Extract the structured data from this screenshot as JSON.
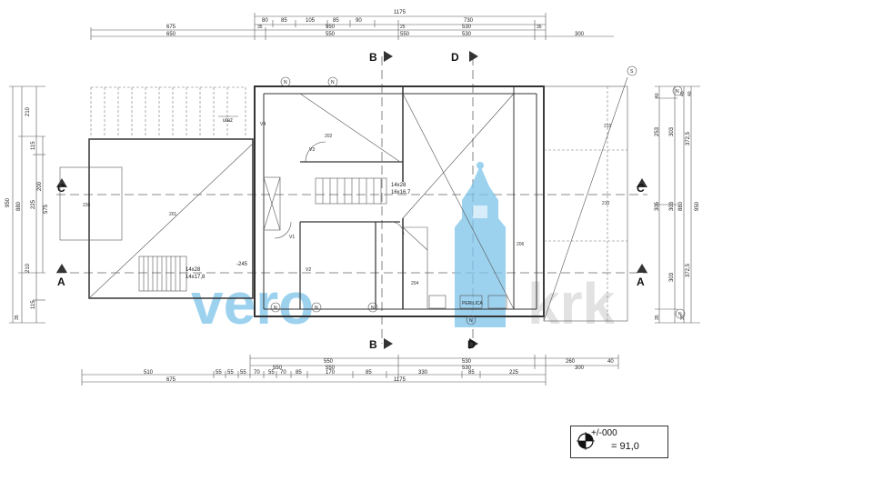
{
  "dimensions": {
    "top_total": "1175",
    "top_row1": [
      "80",
      "85",
      "105",
      "85",
      "90",
      "730"
    ],
    "top_row2": [
      "675",
      "35",
      "550",
      "25",
      "530",
      "35"
    ],
    "top_row3": [
      "650",
      "550",
      "550",
      "530",
      "300"
    ],
    "bottom_row1": [
      "550",
      "530",
      "260",
      "40"
    ],
    "bottom_row2": [
      "550",
      "550",
      "530",
      "300"
    ],
    "bottom_row3": [
      "510",
      "55",
      "55",
      "55",
      "70",
      "55",
      "70",
      "85",
      "170",
      "85",
      "330",
      "85",
      "225"
    ],
    "bottom_row4": [
      "675",
      "1175"
    ],
    "left_outer": [
      "950"
    ],
    "left_mid": [
      "210",
      "115",
      "575",
      "210",
      "115",
      "35"
    ],
    "left_inner": [
      "880",
      "225",
      "200"
    ],
    "right_a": [
      "40",
      "253",
      "303",
      "303",
      "35"
    ],
    "right_b": [
      "303",
      "305",
      "880",
      "950"
    ],
    "right_c": [
      "40",
      "40",
      "372,5",
      "372,5",
      "35"
    ]
  },
  "sections": {
    "B": "B",
    "D": "D",
    "C": "C",
    "A": "A"
  },
  "rooms": {
    "r201": "201",
    "r202": "202",
    "r204": "204",
    "r206": "206",
    "r210": "210",
    "r215": "215",
    "r236": "236"
  },
  "labels": {
    "ulaz": "ulaz",
    "stair_top": "14x28",
    "stair_top_2": "16x16,7",
    "stair_left": "14x28",
    "stair_left_2": "14x17,8",
    "level_mark": "-245",
    "n": "N",
    "s": "S",
    "v1": "V1",
    "v2": "V2",
    "v3": "V3",
    "v4": "V4",
    "appliance": "PERILICA"
  },
  "watermark": {
    "text": "vero",
    "text2": "krk",
    "color": "#7cc3ea"
  },
  "legend": {
    "level": "+/-000",
    "value": "= 91,0"
  }
}
